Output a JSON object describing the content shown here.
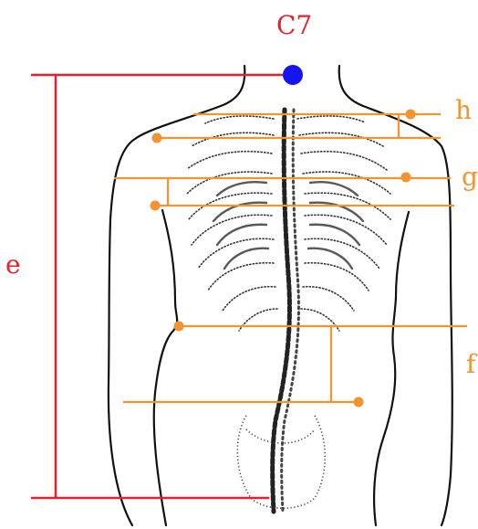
{
  "labels": {
    "c7": "C7",
    "e": "e",
    "h": "h",
    "g": "g",
    "f": "f"
  },
  "colors": {
    "red": "#e8202a",
    "orange": "#f39430",
    "blue": "#1515f0",
    "outline": "#111111"
  }
}
